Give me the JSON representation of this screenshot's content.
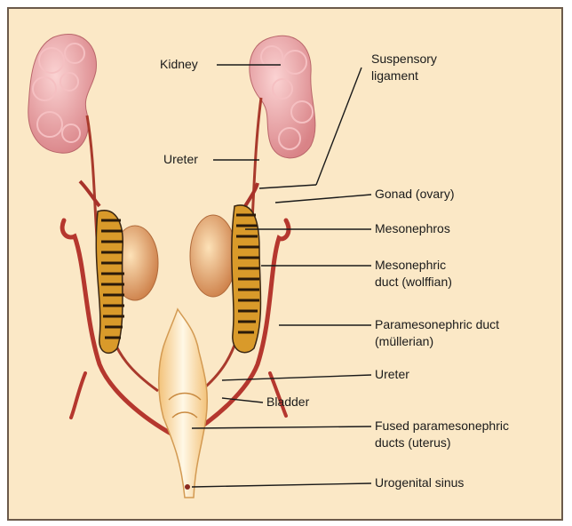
{
  "labels": {
    "kidney": "Kidney",
    "suspensory_1": "Suspensory",
    "suspensory_2": "ligament",
    "ureter_upper": "Ureter",
    "gonad": "Gonad (ovary)",
    "mesonephros": "Mesonephros",
    "mesonephric_1": "Mesonephric",
    "mesonephric_2": "duct (wolffian)",
    "paramesonephric_1": "Paramesonephric duct",
    "paramesonephric_2": "(müllerian)",
    "ureter_lower": "Ureter",
    "bladder": "Bladder",
    "fused_1": "Fused paramesonephric",
    "fused_2": "ducts (uterus)",
    "urogenital": "Urogenital sinus"
  },
  "colors": {
    "background": "#fbe8c6",
    "kidney": "#e8a0a4",
    "duct": "#b5372e",
    "gonad": "#e0a060",
    "mesonephros": "#d99a2a",
    "bladder": "#fff4dc"
  }
}
